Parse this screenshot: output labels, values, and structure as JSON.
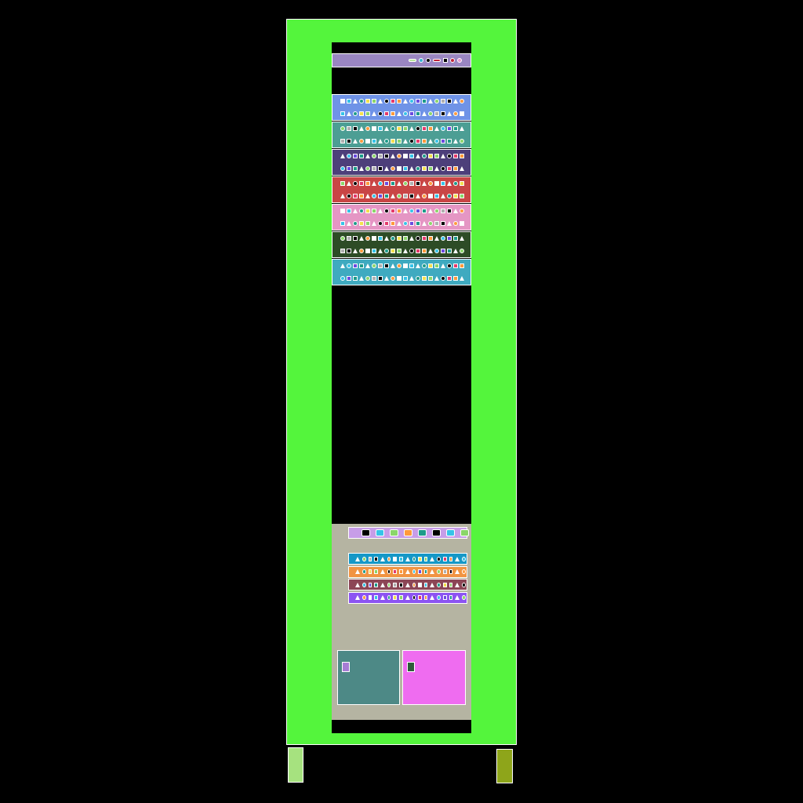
{
  "colors": {
    "page_bg": "#000000",
    "outer_panel": "#54F53C",
    "inner_bg": "#000000",
    "top_bar": "#9A86C2",
    "lower_panel_bg": "#B5B4A2",
    "row_colors": [
      "#6F93E7",
      "#4C9E94",
      "#4D3F7A",
      "#C94545",
      "#E596C4",
      "#2D4C26",
      "#3FAAC0"
    ],
    "band_colors": [
      "#C79DE8",
      "#1598C7",
      "#F19442",
      "#8C4656",
      "#8C54F2"
    ],
    "card_left": "#4D8986",
    "card_right": "#EF6CF0",
    "foot_left": "#A6E27F",
    "foot_right": "#8EA51A"
  },
  "icons": {
    "row_glyphs": "mixed-shape-icon",
    "card_left_badge": "purple-tag-icon",
    "card_right_badge": "dark-tag-icon"
  },
  "rows": [
    {
      "id": "row-1"
    },
    {
      "id": "row-2"
    },
    {
      "id": "row-3"
    },
    {
      "id": "row-4"
    },
    {
      "id": "row-5"
    },
    {
      "id": "row-6"
    },
    {
      "id": "row-7"
    }
  ],
  "bands": [
    {
      "id": "band-1"
    },
    {
      "id": "band-2"
    },
    {
      "id": "band-3"
    },
    {
      "id": "band-4"
    },
    {
      "id": "band-5"
    }
  ]
}
